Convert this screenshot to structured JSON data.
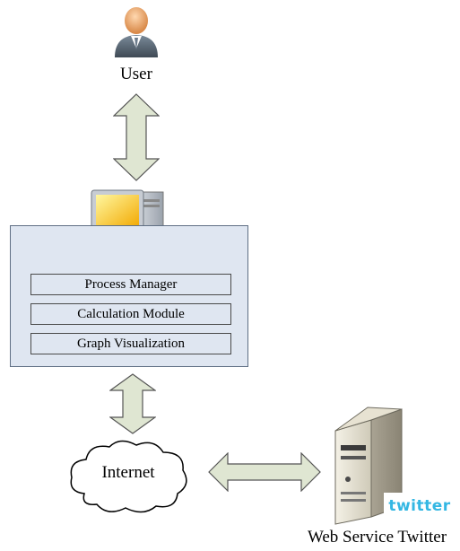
{
  "user": {
    "label": "User"
  },
  "system": {
    "modules": [
      {
        "label": "Process Manager"
      },
      {
        "label": "Calculation Module"
      },
      {
        "label": "Graph Visualization"
      }
    ]
  },
  "internet": {
    "label": "Internet"
  },
  "web_service": {
    "label": "Web Service Twitter",
    "logo_text": "twitter"
  },
  "colors": {
    "arrow_fill": "#dfe6d2",
    "arrow_stroke": "#555555",
    "box_fill": "#dfe6f1",
    "twitter_blue": "#34b7e3"
  }
}
